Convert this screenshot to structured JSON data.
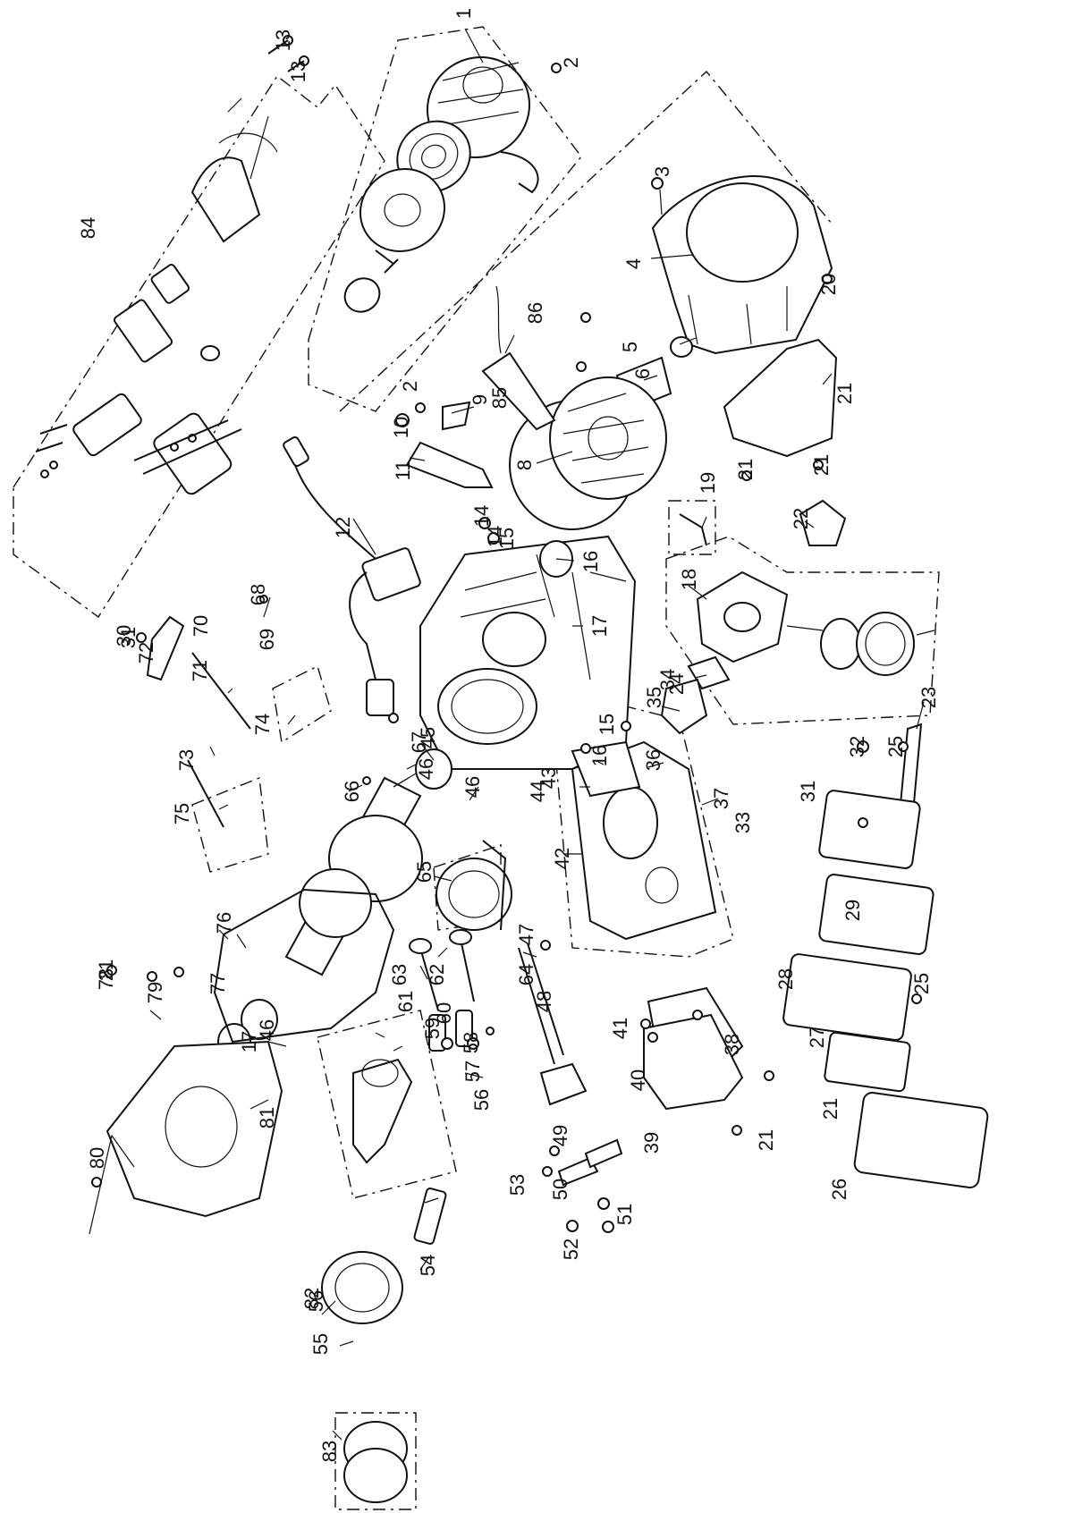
{
  "diagram": {
    "callouts": [
      {
        "id": "1"
      },
      {
        "id": "2"
      },
      {
        "id": "3"
      },
      {
        "id": "4"
      },
      {
        "id": "5"
      },
      {
        "id": "6"
      },
      {
        "id": "8"
      },
      {
        "id": "9"
      },
      {
        "id": "10"
      },
      {
        "id": "11"
      },
      {
        "id": "12"
      },
      {
        "id": "13"
      },
      {
        "id": "14"
      },
      {
        "id": "15"
      },
      {
        "id": "16"
      },
      {
        "id": "17"
      },
      {
        "id": "18"
      },
      {
        "id": "19"
      },
      {
        "id": "20"
      },
      {
        "id": "21"
      },
      {
        "id": "22"
      },
      {
        "id": "23"
      },
      {
        "id": "24"
      },
      {
        "id": "25"
      },
      {
        "id": "26"
      },
      {
        "id": "27"
      },
      {
        "id": "28"
      },
      {
        "id": "29"
      },
      {
        "id": "30"
      },
      {
        "id": "31"
      },
      {
        "id": "32"
      },
      {
        "id": "33"
      },
      {
        "id": "34"
      },
      {
        "id": "35"
      },
      {
        "id": "36"
      },
      {
        "id": "37"
      },
      {
        "id": "38"
      },
      {
        "id": "39"
      },
      {
        "id": "40"
      },
      {
        "id": "41"
      },
      {
        "id": "42"
      },
      {
        "id": "43"
      },
      {
        "id": "44"
      },
      {
        "id": "45"
      },
      {
        "id": "46"
      },
      {
        "id": "47"
      },
      {
        "id": "48"
      },
      {
        "id": "49"
      },
      {
        "id": "50"
      },
      {
        "id": "51"
      },
      {
        "id": "52"
      },
      {
        "id": "53"
      },
      {
        "id": "54"
      },
      {
        "id": "55"
      },
      {
        "id": "56"
      },
      {
        "id": "57"
      },
      {
        "id": "58"
      },
      {
        "id": "59"
      },
      {
        "id": "60"
      },
      {
        "id": "61"
      },
      {
        "id": "62"
      },
      {
        "id": "63"
      },
      {
        "id": "64"
      },
      {
        "id": "65"
      },
      {
        "id": "66"
      },
      {
        "id": "67"
      },
      {
        "id": "68"
      },
      {
        "id": "69"
      },
      {
        "id": "70"
      },
      {
        "id": "71"
      },
      {
        "id": "72"
      },
      {
        "id": "73"
      },
      {
        "id": "74"
      },
      {
        "id": "75"
      },
      {
        "id": "76"
      },
      {
        "id": "77"
      },
      {
        "id": "78"
      },
      {
        "id": "79"
      },
      {
        "id": "80"
      },
      {
        "id": "81"
      },
      {
        "id": "82"
      },
      {
        "id": "83"
      },
      {
        "id": "84"
      },
      {
        "id": "85"
      },
      {
        "id": "86"
      }
    ]
  }
}
